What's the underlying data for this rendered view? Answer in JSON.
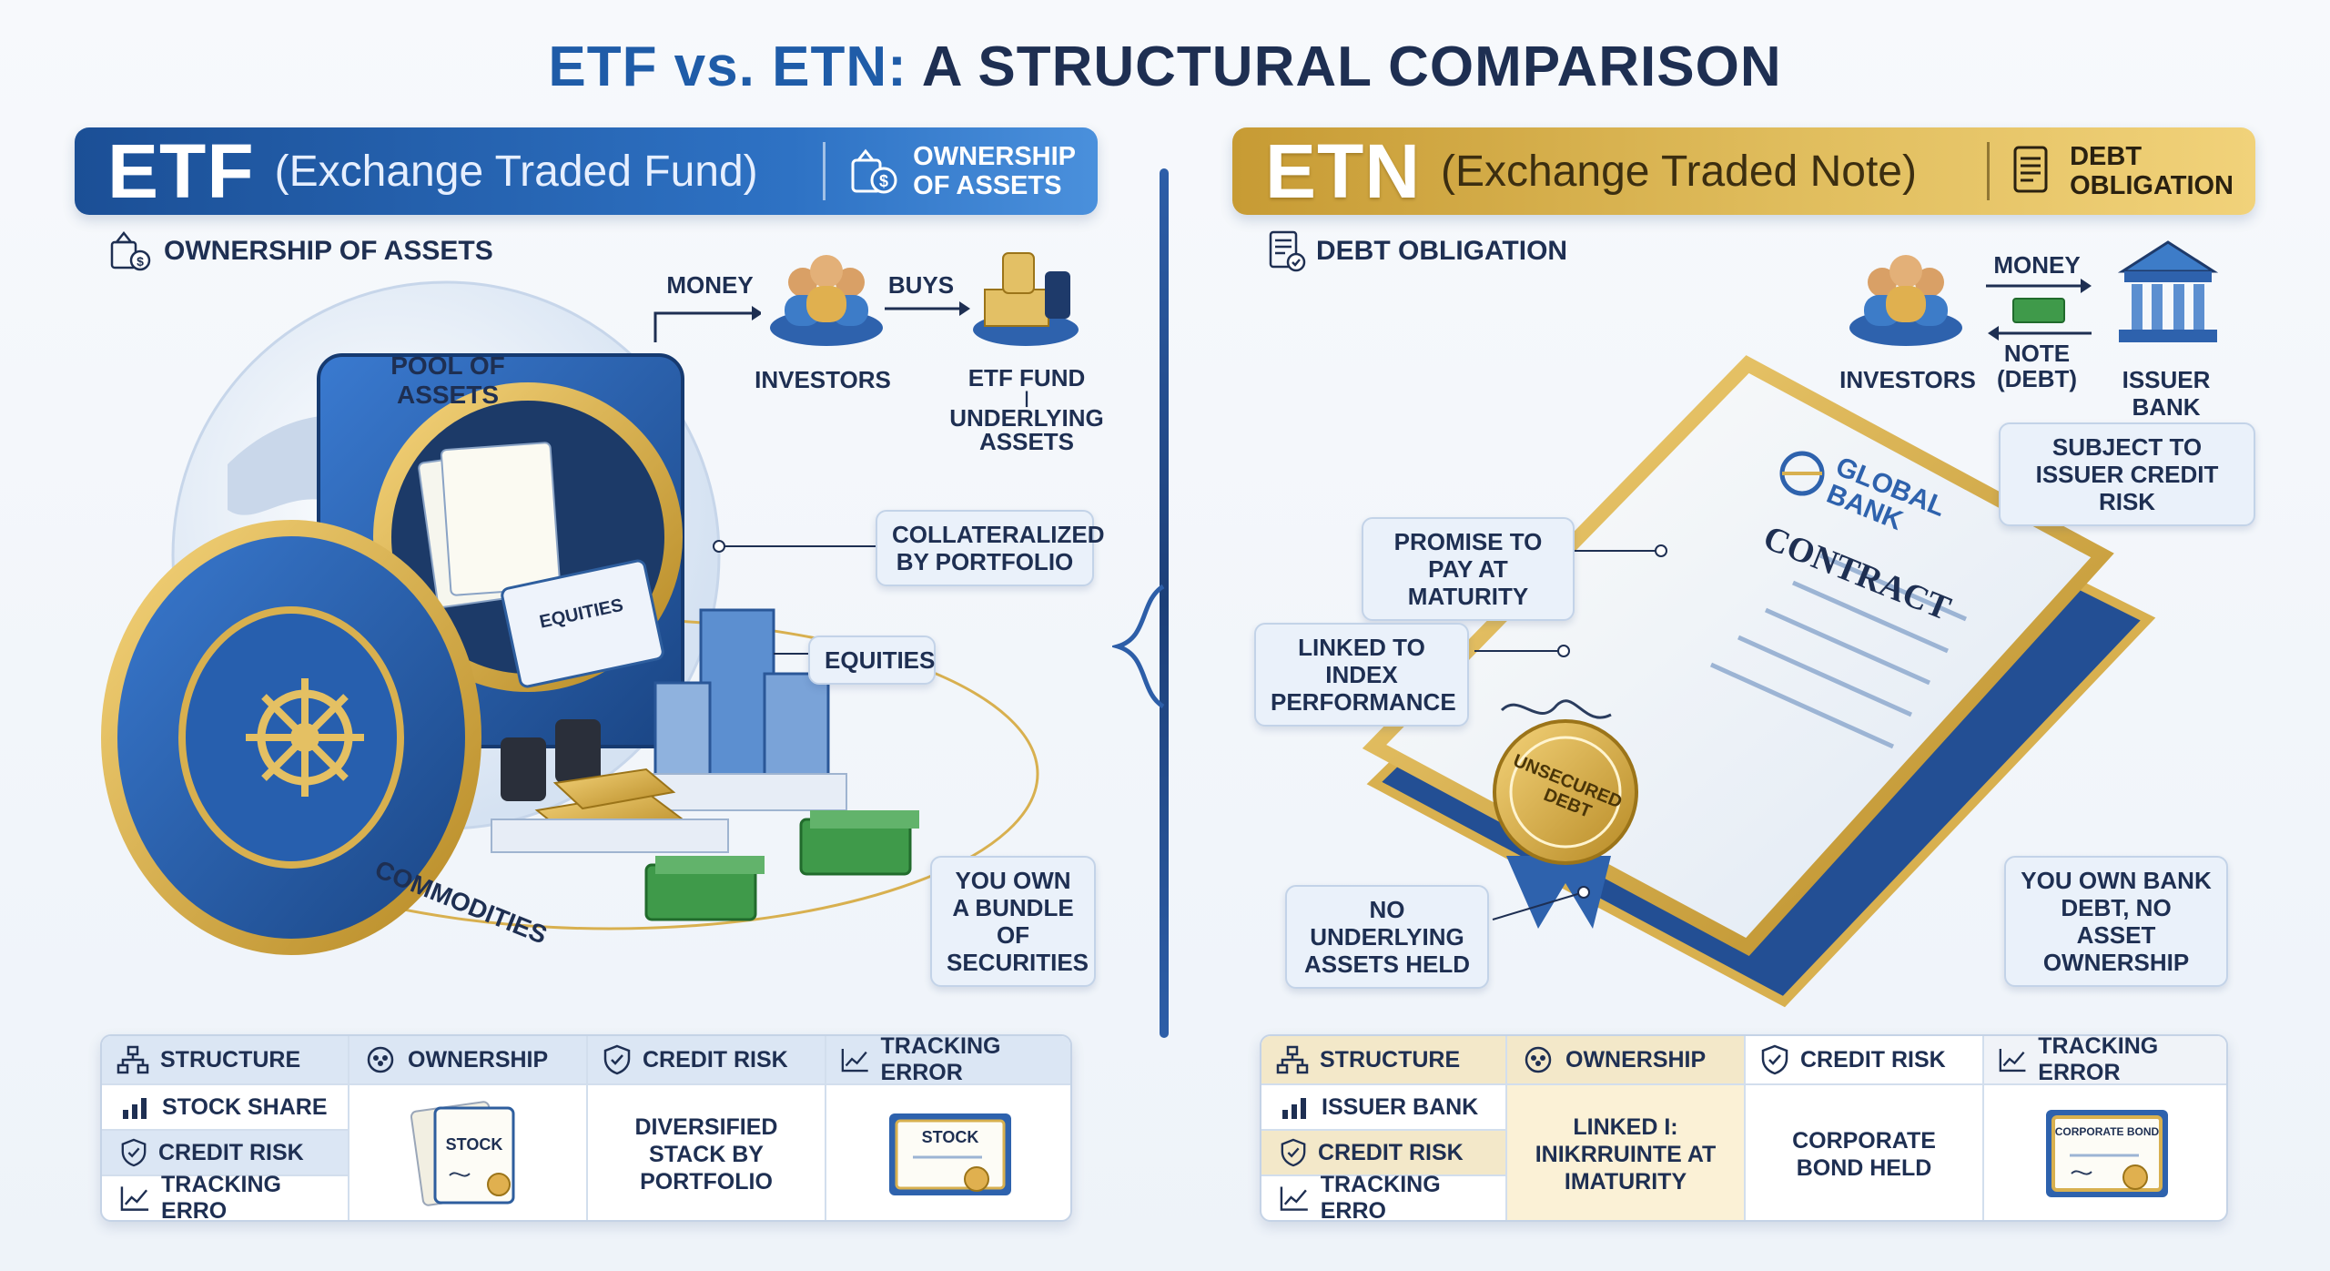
{
  "title": {
    "part1": "ETF vs. ETN:",
    "part2": "A STRUCTURAL COMPARISON"
  },
  "etf": {
    "abbr": "ETF",
    "full": "(Exchange Traded Fund)",
    "tag_line1": "OWNERSHIP",
    "tag_line2": "OF ASSETS",
    "section_label": "OWNERSHIP OF ASSETS",
    "flow": {
      "money": "MONEY",
      "buys": "BUYS",
      "investors": "INVESTORS",
      "fund": "ETF FUND",
      "fund_sep": "|",
      "fund_underlying": "UNDERLYING",
      "fund_assets": "ASSETS"
    },
    "pool": "POOL OF ASSETS",
    "vault_doc": "EQUITIES",
    "commodities": "COMMODITIES",
    "callouts": {
      "collateral": "COLLATERALIZED BY PORTFOLIO",
      "equities": "EQUITIES",
      "bundle": "YOU OWN A BUNDLE OF SECURITIES"
    },
    "table": {
      "headers": [
        "STRUCTURE",
        "OWNERSHIP",
        "CREDIT RISK",
        "TRACKING ERROR"
      ],
      "rows": [
        "STOCK SHARE",
        "CREDIT RISK",
        "TRACKING ERRO"
      ],
      "stock_doc": "STOCK",
      "diversified": "DIVERSIFIED STACK BY PORTFOLIO",
      "cert": "STOCK"
    }
  },
  "etn": {
    "abbr": "ETN",
    "full": "(Exchange Traded Note)",
    "tag_line1": "DEBT",
    "tag_line2": "OBLIGATION",
    "section_label": "DEBT OBLIGATION",
    "flow": {
      "money": "MONEY",
      "note": "NOTE",
      "note2": "(DEBT)",
      "investors": "INVESTORS",
      "issuer": "ISSUER BANK"
    },
    "contract": {
      "bank1": "GLOBAL",
      "bank2": "BANK",
      "title": "CONTRACT",
      "seal1": "UNSECURED",
      "seal2": "DEBT"
    },
    "callouts": {
      "credit": "SUBJECT TO ISSUER CREDIT RISK",
      "promise": "PROMISE TO PAY AT MATURITY",
      "linked": "LINKED TO INDEX PERFORMANCE",
      "no_assets": "NO UNDERLYING ASSETS HELD",
      "own_debt": "YOU OWN BANK DEBT, NO ASSET OWNERSHIP"
    },
    "table": {
      "headers": [
        "STRUCTURE",
        "OWNERSHIP",
        "CREDIT RISK",
        "TRACKING ERROR"
      ],
      "rows": [
        "ISSUER BANK",
        "CREDIT RISK",
        "TRACKING ERRO"
      ],
      "linked": "LINKED I: INIKRRUINTE AT IMATURITY",
      "corporate": "CORPORATE BOND HELD",
      "cert": "CORPORATE BOND"
    }
  },
  "colors": {
    "etf_blue": "#1f5ca8",
    "etn_gold": "#d8b04f",
    "navy": "#1e2f52"
  }
}
